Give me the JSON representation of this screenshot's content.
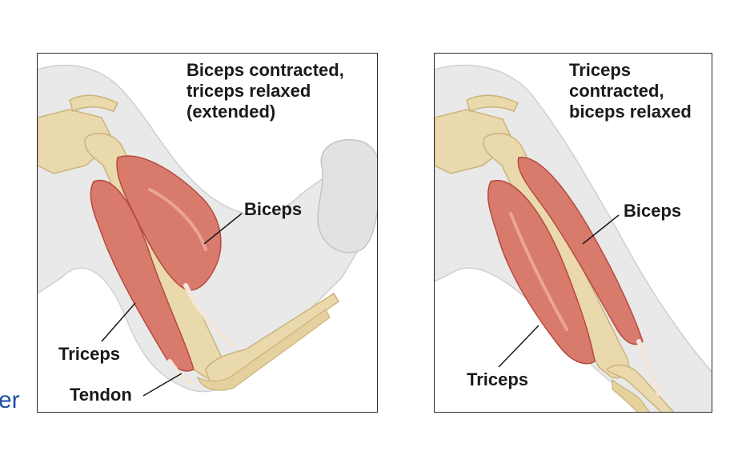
{
  "edge_text": "er",
  "left_panel": {
    "caption_lines": [
      "Biceps contracted,",
      "triceps relaxed",
      "(extended)"
    ],
    "labels": {
      "biceps": "Biceps",
      "triceps": "Triceps",
      "tendon": "Tendon"
    }
  },
  "right_panel": {
    "caption_lines": [
      "Triceps",
      "contracted,",
      "biceps relaxed"
    ],
    "labels": {
      "biceps": "Biceps",
      "triceps": "Triceps"
    }
  },
  "colors": {
    "skin": "#e9e9e9",
    "skin_edge": "#cfcfcf",
    "bone": "#ead9ac",
    "bone_edge": "#c9b47a",
    "muscle": "#d97b6c",
    "muscle_dark": "#b54a3e",
    "muscle_light": "#eaa597",
    "tendon": "#f3e7dc",
    "border": "#2a2a2a",
    "text": "#1a1a1a",
    "edge_text": "#1f4fa8"
  }
}
